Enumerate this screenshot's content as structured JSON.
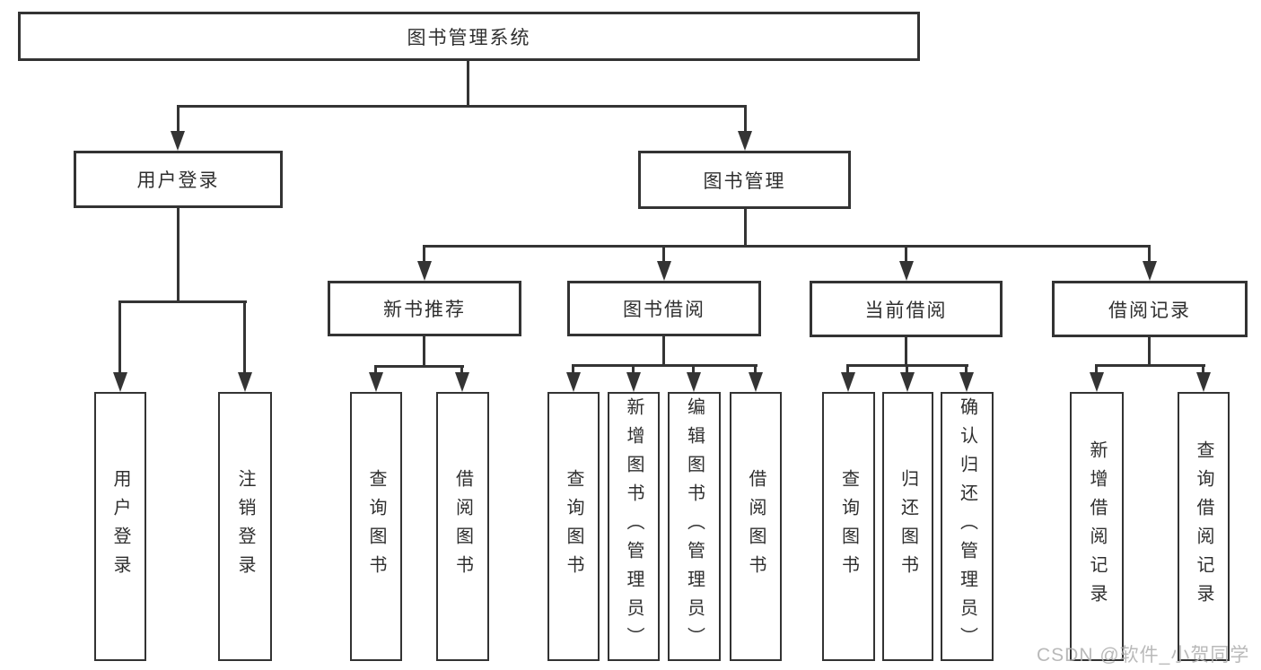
{
  "tree": {
    "label": "图书管理系统",
    "children": [
      {
        "label": "用户登录",
        "children": [
          {
            "label": "用户登录"
          },
          {
            "label": "注销登录"
          }
        ]
      },
      {
        "label": "图书管理",
        "children": [
          {
            "label": "新书推荐",
            "children": [
              {
                "label": "查询图书"
              },
              {
                "label": "借阅图书"
              }
            ]
          },
          {
            "label": "图书借阅",
            "children": [
              {
                "label": "查询图书"
              },
              {
                "label": "新增图书（管理员）"
              },
              {
                "label": "编辑图书（管理员）"
              },
              {
                "label": "借阅图书"
              }
            ]
          },
          {
            "label": "当前借阅",
            "children": [
              {
                "label": "查询图书"
              },
              {
                "label": "归还图书"
              },
              {
                "label": "确认归还（管理员）"
              }
            ]
          },
          {
            "label": "借阅记录",
            "children": [
              {
                "label": "新增借阅记录"
              },
              {
                "label": "查询借阅记录"
              }
            ]
          }
        ]
      }
    ]
  },
  "watermark": {
    "text": "CSDN @软件_小贺同学",
    "color": "#b0b0b0"
  },
  "colors": {
    "line": "#343434",
    "box_border": "#333333",
    "box_fill": "#ffffff",
    "text": "#2f2f2f",
    "background": "#ffffff"
  }
}
